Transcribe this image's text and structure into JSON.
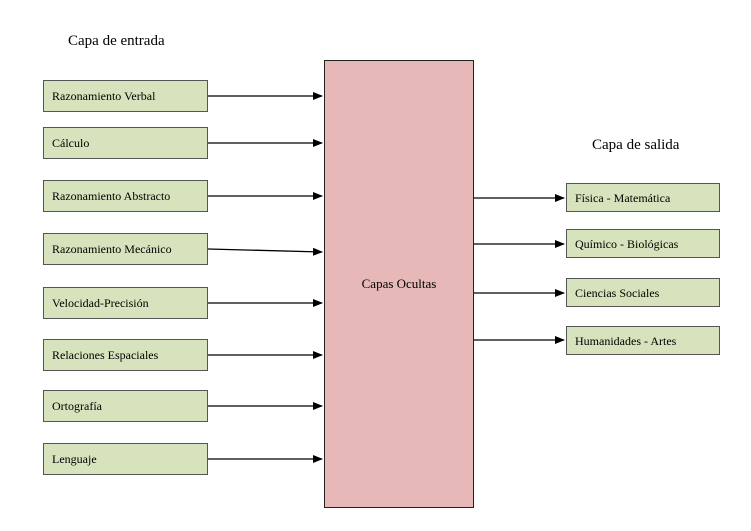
{
  "input_layer": {
    "title": "Capa de entrada",
    "nodes": [
      "Razonamiento Verbal",
      "Cálculo",
      "Razonamiento Abstracto",
      "Razonamiento Mecánico",
      "Velocidad-Precisión",
      "Relaciones Espaciales",
      "Ortografía",
      "Lenguaje"
    ]
  },
  "hidden_layer": {
    "label": "Capas Ocultas"
  },
  "output_layer": {
    "title": "Capa de salida",
    "nodes": [
      "Física - Matemática",
      "Químico - Biológicas",
      "Ciencias Sociales",
      "Humanidades - Artes"
    ]
  },
  "colors": {
    "input_fill": "#d6e3bc",
    "output_fill": "#d6e3bc",
    "hidden_fill": "#e6b8b7",
    "arrow": "#000000"
  }
}
